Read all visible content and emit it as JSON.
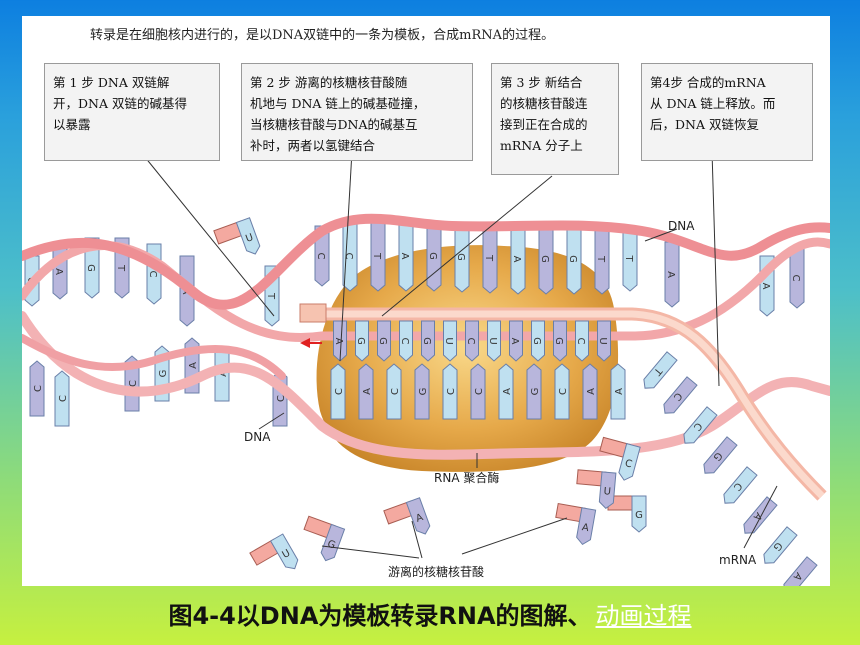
{
  "headline": "转录是在细胞核内进行的，是以DNA双链中的一条为模板，合成mRNA的过程。",
  "steps": [
    {
      "text": "第 1 步    DNA 双链解\n开，DNA 双链的碱基得\n以暴露"
    },
    {
      "text": "第 2 步    游离的核糖核苷酸随\n机地与 DNA 链上的碱基碰撞，\n当核糖核苷酸与DNA的碱基互\n补时，两者以氢键结合"
    },
    {
      "text": "第 3 步    新结合\n的核糖核苷酸连\n接到正在合成的\nmRNA 分子上"
    },
    {
      "text": "第4步    合成的mRNA\n从 DNA 链上释放。而\n后，DNA 双链恢复"
    }
  ],
  "labels": {
    "dna_top": "DNA",
    "dna_left": "DNA",
    "polymerase": "RNA 聚合酶",
    "mrna": "mRNA",
    "free_nucleotides": "游离的核糖核苷酸"
  },
  "bases": {
    "top_strand": [
      "G",
      "A",
      "G",
      "T",
      "C",
      "A",
      "T",
      "C",
      "C",
      "T",
      "A",
      "G",
      "G",
      "T",
      "A",
      "G",
      "G",
      "T",
      "T",
      "A",
      "A",
      "C"
    ],
    "bottom_strand": [
      "C",
      "C",
      "C",
      "G",
      "A",
      "A",
      "C",
      "C",
      "A",
      "C",
      "G",
      "C",
      "C",
      "A",
      "G",
      "C",
      "A",
      "A"
    ],
    "template_row": [
      "T",
      "C",
      "C",
      "G",
      "C",
      "A",
      "G",
      "A",
      "T",
      "C",
      "C",
      "G",
      "A",
      "C",
      "A",
      "G"
    ],
    "rna_row": [
      "A",
      "G",
      "G",
      "C",
      "G",
      "U",
      "C",
      "U",
      "A",
      "G",
      "G",
      "C",
      "U",
      "G"
    ],
    "free": [
      "U",
      "G",
      "U",
      "A",
      "C",
      "A",
      "G",
      "U",
      "C",
      "A",
      "C",
      "U"
    ]
  },
  "colors": {
    "backbone": "#f2a7a9",
    "base_purple": "#b8b6dc",
    "base_blue": "#bfe0f0",
    "enzyme": "#e0a642",
    "rna_strand": "#f7c8b5",
    "caption_link": "#ffffff"
  },
  "caption": {
    "main": "图4-4以DNA为模板转录RNA的图解、",
    "link": "动画过程"
  }
}
